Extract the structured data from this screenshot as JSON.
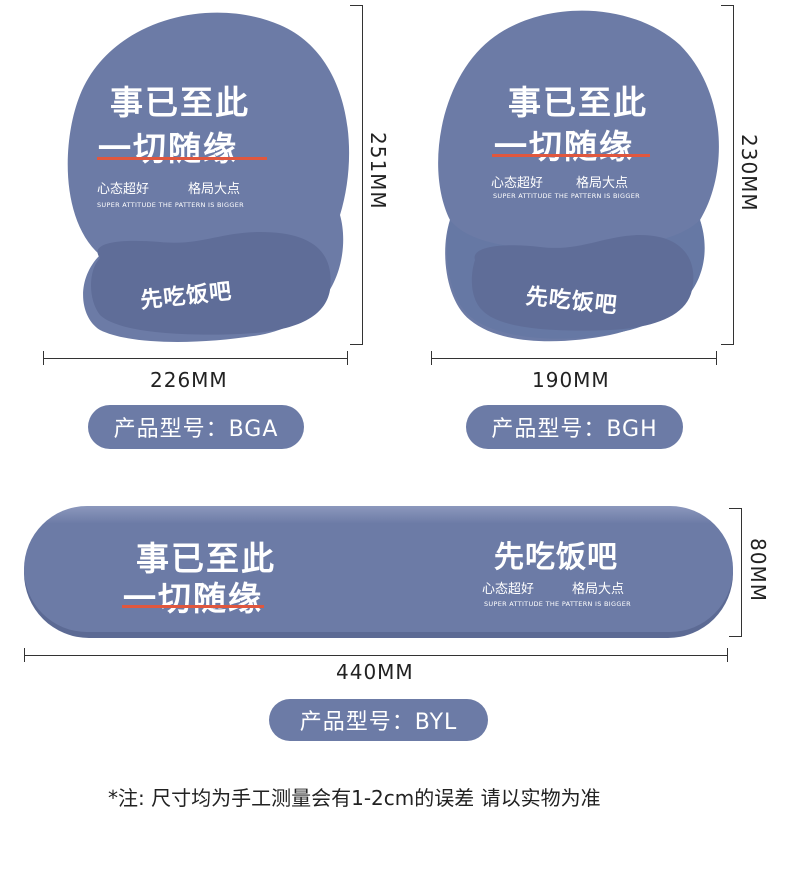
{
  "products": [
    {
      "title_line1": "事已至此",
      "title_line2": "一切随缘",
      "sub_cn_left": "心态超好",
      "sub_cn_right": "格局大点",
      "sub_en": "SUPER ATTITUDE  THE PATTERN IS BIGGER",
      "rest_text": "先吃饭吧",
      "width_label": "226MM",
      "height_label": "251MM",
      "model_label": "产品型号：BGA"
    },
    {
      "title_line1": "事已至此",
      "title_line2": "一切随缘",
      "sub_cn_left": "心态超好",
      "sub_cn_right": "格局大点",
      "sub_en": "SUPER ATTITUDE  THE PATTERN IS BIGGER",
      "rest_text": "先吃饭吧",
      "width_label": "190MM",
      "height_label": "230MM",
      "model_label": "产品型号：BGH"
    },
    {
      "title_line1": "事已至此",
      "title_line2": "一切随缘",
      "sub_cn_left": "心态超好",
      "sub_cn_right": "格局大点",
      "sub_en": "SUPER ATTITUDE  THE PATTERN IS BIGGER",
      "rest_text": "先吃饭吧",
      "width_label": "440MM",
      "height_label": "80MM",
      "model_label": "产品型号：BYL"
    }
  ],
  "note": "*注: 尺寸均为手工测量会有1-2cm的误差 请以实物为准",
  "colors": {
    "pad": "#6c7ba6",
    "pad_dark": "#5c6a94",
    "accent": "#e0573e"
  }
}
